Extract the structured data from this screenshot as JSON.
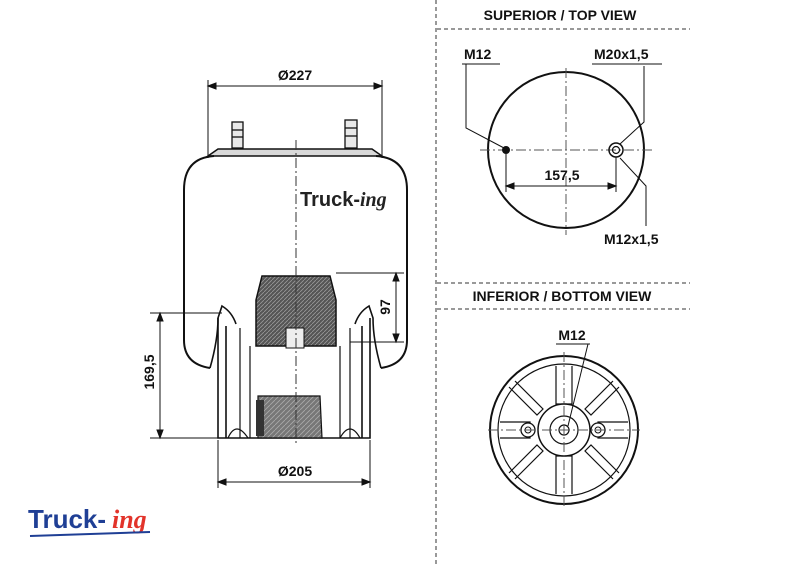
{
  "views": {
    "top_title": "SUPERIOR / TOP VIEW",
    "bottom_title": "INFERIOR / BOTTOM VIEW"
  },
  "dimensions": {
    "top_diameter": "Ø227",
    "bottom_diameter": "Ø205",
    "height": "169,5",
    "piston_height": "97",
    "bolt_spacing": "157,5"
  },
  "threads": {
    "top_left": "M12",
    "top_right": "M20x1,5",
    "top_lower": "M12x1,5",
    "bottom_center": "M12"
  },
  "brand": {
    "name": "Truck-",
    "suffix": "ing",
    "name_color": "#1f3f95",
    "suffix_color": "#e2332a",
    "watermark_color": "#222222"
  }
}
